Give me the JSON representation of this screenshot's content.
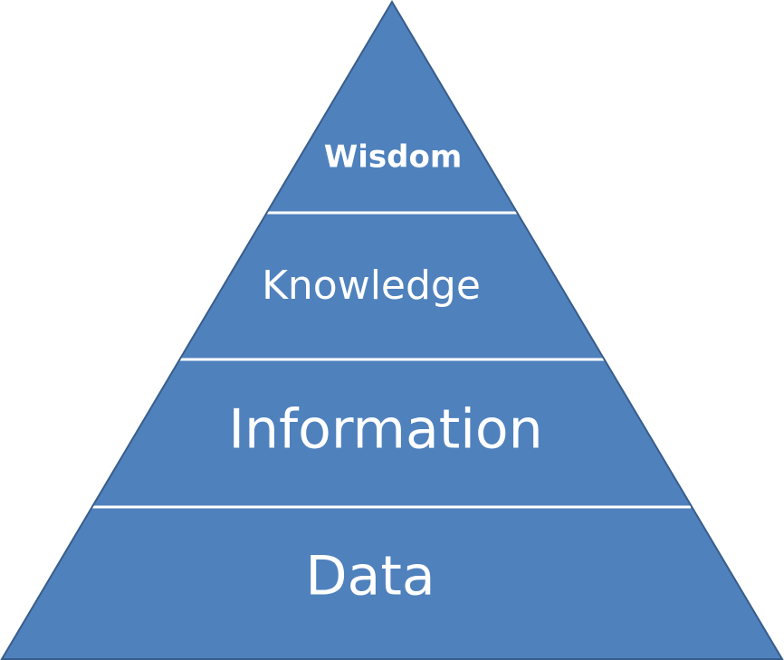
{
  "pyramid": {
    "fill_color": "#4f81bd",
    "outline_color": "#385d8a",
    "divider_color": "#ffffff",
    "tiers": [
      {
        "label": "Wisdom"
      },
      {
        "label": "Knowledge"
      },
      {
        "label": "Information"
      },
      {
        "label": "Data"
      }
    ]
  }
}
